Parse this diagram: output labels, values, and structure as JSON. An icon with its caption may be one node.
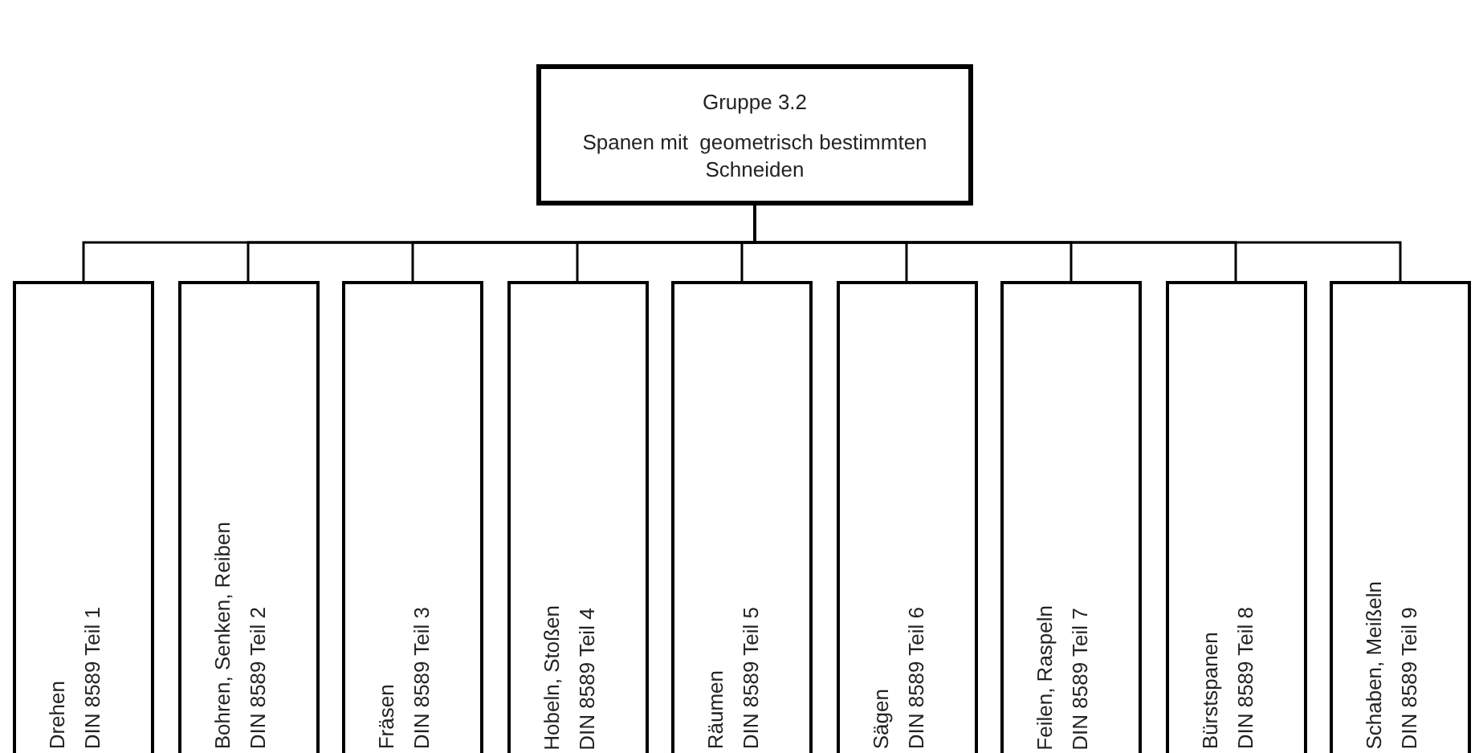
{
  "diagram": {
    "nodes": [
      {
        "text": [
          "Gruppe 3.2",
          "Spanen mit  geometrisch bestimmten Schneiden"
        ]
      },
      {
        "text": [
          "Drehen",
          "DIN 8589 Teil 1"
        ]
      },
      {
        "text": [
          "Bohren, Senken, Reiben",
          "DIN 8589 Teil 2"
        ]
      },
      {
        "text": [
          "Fräsen",
          "DIN 8589 Teil 3"
        ]
      },
      {
        "text": [
          "Hobeln, Stoßen",
          "DIN 8589 Teil 4"
        ]
      },
      {
        "text": [
          "Räumen",
          "DIN 8589 Teil 5"
        ]
      },
      {
        "text": [
          "Sägen",
          "DIN 8589 Teil 6"
        ]
      },
      {
        "text": [
          "Feilen, Raspeln",
          "DIN 8589 Teil 7"
        ]
      },
      {
        "text": [
          "Bürstspanen",
          "DIN 8589 Teil 8"
        ]
      },
      {
        "text": [
          "Schaben, Meißeln",
          "DIN 8589 Teil 9"
        ]
      }
    ],
    "edges": [
      {
        "from": 0,
        "to": 1,
        "arrow": "none"
      },
      {
        "from": 0,
        "to": 2,
        "arrow": "none"
      },
      {
        "from": 0,
        "to": 3,
        "arrow": "none"
      },
      {
        "from": 0,
        "to": 4,
        "arrow": "none"
      },
      {
        "from": 0,
        "to": 5,
        "arrow": "none"
      },
      {
        "from": 0,
        "to": 6,
        "arrow": "none"
      },
      {
        "from": 0,
        "to": 7,
        "arrow": "none"
      },
      {
        "from": 0,
        "to": 8,
        "arrow": "none"
      },
      {
        "from": 0,
        "to": 9,
        "arrow": "none"
      }
    ]
  }
}
